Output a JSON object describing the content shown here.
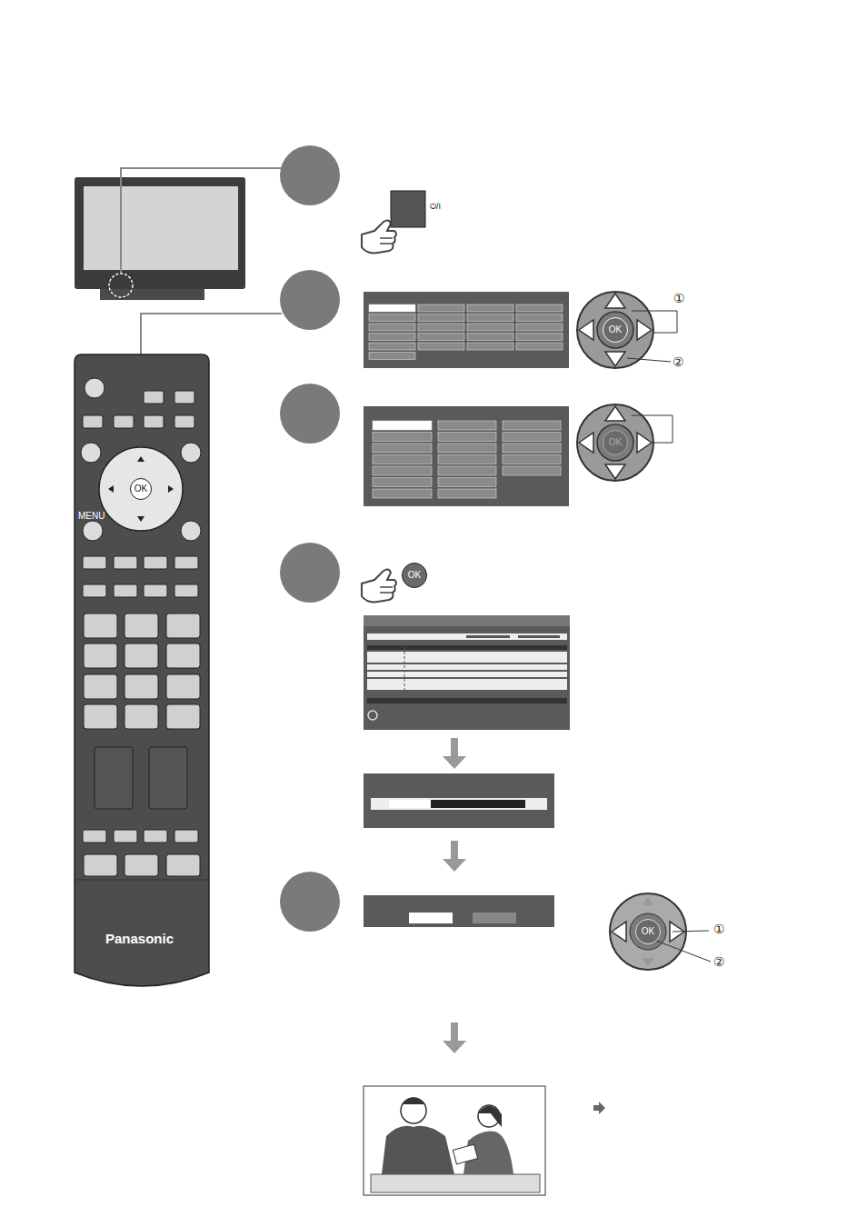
{
  "diagram": {
    "nodes": [
      {
        "text": [
          "OK"
        ]
      },
      {
        "text": [
          "OK"
        ]
      },
      {
        "text": [
          "OK"
        ]
      },
      {
        "text": [
          "OK"
        ]
      },
      {
        "text": [
          "OK"
        ]
      }
    ],
    "labels": [
      "⏻/I",
      "MENU",
      "Panasonic",
      "①",
      "②",
      "①",
      "②"
    ]
  }
}
